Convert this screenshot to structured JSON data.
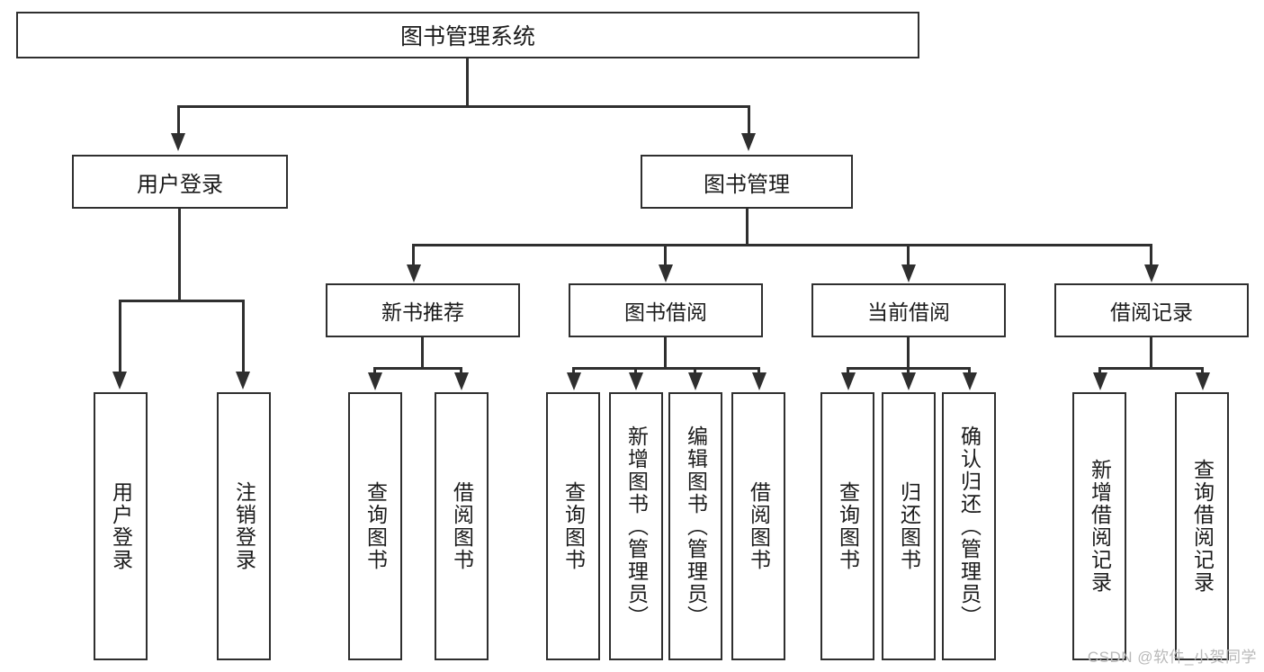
{
  "diagram": {
    "title_text": "图书管理系统",
    "type": "tree-hierarchy-diagram",
    "nodes": {
      "root": {
        "label": "图书管理系统"
      },
      "level2": [
        {
          "id": "user-login",
          "label": "用户登录"
        },
        {
          "id": "book-management",
          "label": "图书管理"
        }
      ],
      "level3": [
        {
          "id": "new-book-recommend",
          "label": "新书推荐"
        },
        {
          "id": "book-borrow",
          "label": "图书借阅"
        },
        {
          "id": "current-borrow",
          "label": "当前借阅"
        },
        {
          "id": "borrow-record",
          "label": "借阅记录"
        }
      ],
      "leaves": [
        {
          "id": "leaf-user-login",
          "label": "用户登录",
          "parent": "user-login"
        },
        {
          "id": "leaf-logout-login",
          "label": "注销登录",
          "parent": "user-login"
        },
        {
          "id": "leaf-query-book-1",
          "label": "查询图书",
          "parent": "new-book-recommend"
        },
        {
          "id": "leaf-borrow-book-1",
          "label": "借阅图书",
          "parent": "new-book-recommend"
        },
        {
          "id": "leaf-query-book-2",
          "label": "查询图书",
          "parent": "book-borrow"
        },
        {
          "id": "leaf-add-book",
          "label": "新增图书（管理员）",
          "parent": "book-borrow"
        },
        {
          "id": "leaf-edit-book",
          "label": "编辑图书（管理员）",
          "parent": "book-borrow"
        },
        {
          "id": "leaf-borrow-book-2",
          "label": "借阅图书",
          "parent": "book-borrow"
        },
        {
          "id": "leaf-query-book-3",
          "label": "查询图书",
          "parent": "current-borrow"
        },
        {
          "id": "leaf-return-book",
          "label": "归还图书",
          "parent": "current-borrow"
        },
        {
          "id": "leaf-confirm-return",
          "label": "确认归还（管理员）",
          "parent": "current-borrow"
        },
        {
          "id": "leaf-add-record",
          "label": "新增借阅记录",
          "parent": "borrow-record"
        },
        {
          "id": "leaf-query-record",
          "label": "查询借阅记录",
          "parent": "borrow-record"
        }
      ]
    },
    "colors": {
      "stroke": "#2f2f2f",
      "text": "#1b1b1b",
      "background": "#ffffff",
      "watermark": "#b9b9b9"
    }
  },
  "watermark": {
    "text": "CSDN @软件_小贺同学"
  }
}
